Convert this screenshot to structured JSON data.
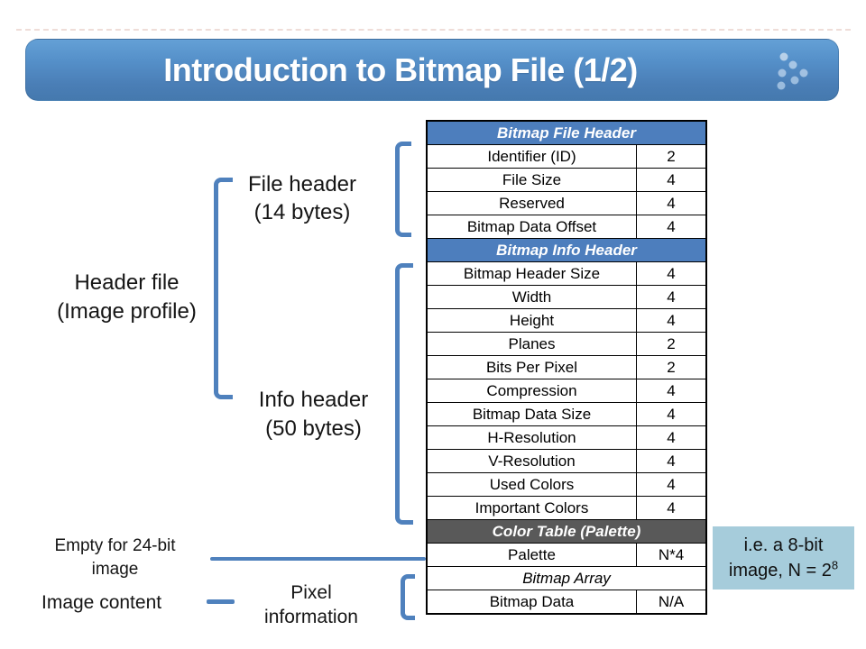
{
  "slide": {
    "title": "Introduction to Bitmap File (1/2)"
  },
  "labels": {
    "file_header": "File header\n(14 bytes)",
    "header_file_group": "Header file\n(Image profile)",
    "info_header": "Info header\n(50 bytes)",
    "empty_24bit": "Empty for 24-bit\nimage",
    "image_content": "Image content",
    "pixel_information": "Pixel\ninformation"
  },
  "note": {
    "line1": "i.e. a 8-bit",
    "line2_base": "image, N = 2",
    "line2_sup": "8"
  },
  "table": {
    "rows": [
      {
        "label": "Bitmap File Header"
      },
      {
        "label": "Identifier (ID)",
        "value": "2"
      },
      {
        "label": "File Size",
        "value": "4"
      },
      {
        "label": "Reserved",
        "value": "4"
      },
      {
        "label": "Bitmap Data Offset",
        "value": "4"
      },
      {
        "label": "Bitmap Info Header"
      },
      {
        "label": "Bitmap Header Size",
        "value": "4"
      },
      {
        "label": "Width",
        "value": "4"
      },
      {
        "label": "Height",
        "value": "4"
      },
      {
        "label": "Planes",
        "value": "2"
      },
      {
        "label": "Bits Per Pixel",
        "value": "2"
      },
      {
        "label": "Compression",
        "value": "4"
      },
      {
        "label": "Bitmap Data Size",
        "value": "4"
      },
      {
        "label": "H-Resolution",
        "value": "4"
      },
      {
        "label": "V-Resolution",
        "value": "4"
      },
      {
        "label": "Used Colors",
        "value": "4"
      },
      {
        "label": "Important Colors",
        "value": "4"
      },
      {
        "label": "Color Table (Palette)"
      },
      {
        "label": "Palette",
        "value": "N*4"
      },
      {
        "label": "Bitmap Array"
      },
      {
        "label": "Bitmap Data",
        "value": "N/A"
      }
    ]
  },
  "colors": {
    "title_bar_top": "#64a0d6",
    "title_bar_bottom": "#4579ae",
    "section_header_blue": "#4d7ebd",
    "section_header_gray": "#595959",
    "bracket_blue": "#4f81bd",
    "note_background": "#a6ccdb",
    "table_border": "#000000",
    "title_text": "#ffffff"
  }
}
